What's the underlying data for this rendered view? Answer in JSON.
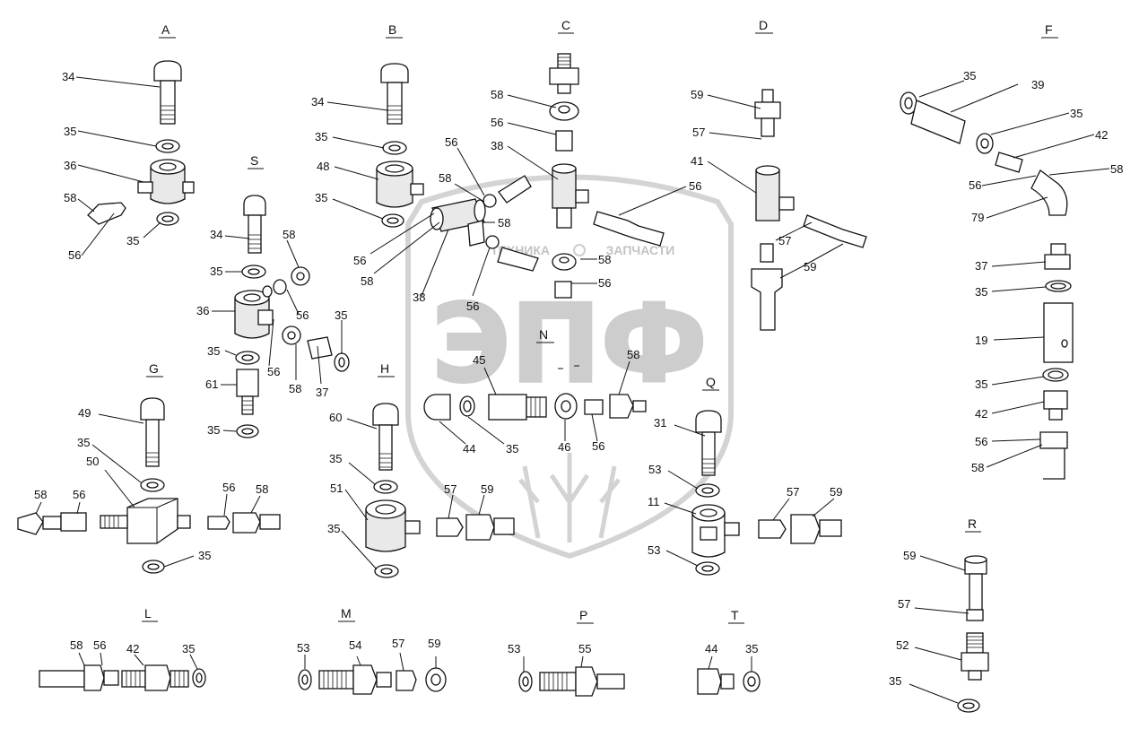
{
  "watermark": {
    "letters": "ЭПФ",
    "text_left": "ТЕХНИКА",
    "text_right": "ЗАПЧАСТИ"
  },
  "sections": {
    "A": "A",
    "B": "B",
    "C": "C",
    "D": "D",
    "F": "F",
    "S": "S",
    "N": "N",
    "G": "G",
    "H": "H",
    "Q": "Q",
    "R": "R",
    "L": "L",
    "M": "M",
    "P": "P",
    "T": "T"
  },
  "labels": {
    "a34": "34",
    "a35a": "35",
    "a36": "36",
    "a58": "58",
    "a56": "56",
    "a35b": "35",
    "b34": "34",
    "b35a": "35",
    "b48": "48",
    "b35b": "35",
    "b56": "56",
    "b58": "58",
    "b38": "38",
    "m56": "56",
    "m58": "58",
    "m58b": "58",
    "m56b": "56",
    "c58": "58",
    "c56": "56",
    "c38": "38",
    "c56b": "56",
    "c58b": "58",
    "c56c": "56",
    "d59": "59",
    "d57": "57",
    "d41": "41",
    "d57b": "57",
    "d59b": "59",
    "f35": "35",
    "f39": "39",
    "f35b": "35",
    "f42": "42",
    "f58": "58",
    "f56": "56",
    "f79": "79",
    "f37": "37",
    "f35c": "35",
    "f19": "19",
    "f35d": "35",
    "f42b": "42",
    "f56b": "56",
    "f58b": "58",
    "s34": "34",
    "s58": "58",
    "s35": "35",
    "s36": "36",
    "s56": "56",
    "s35b": "35",
    "s56b": "56",
    "s58b": "58",
    "s37": "37",
    "s35c": "35",
    "s61": "61",
    "s35d": "35",
    "n45": "45",
    "n58": "58",
    "n44": "44",
    "n35": "35",
    "n46": "46",
    "n56": "56",
    "g49": "49",
    "g35": "35",
    "g50": "50",
    "g58": "58",
    "g56": "56",
    "g56b": "56",
    "g58b": "58",
    "g35b": "35",
    "h60": "60",
    "h35": "35",
    "h51": "51",
    "h57": "57",
    "h59": "59",
    "h35b": "35",
    "q31": "31",
    "q53": "53",
    "q11": "11",
    "q57": "57",
    "q59": "59",
    "q53b": "53",
    "r59": "59",
    "r57": "57",
    "r52": "52",
    "r35": "35",
    "l58": "58",
    "l56": "56",
    "l42": "42",
    "l35": "35",
    "mm53": "53",
    "mm54": "54",
    "mm57": "57",
    "mm59": "59",
    "p53": "53",
    "p55": "55",
    "t44": "44",
    "t35": "35"
  }
}
